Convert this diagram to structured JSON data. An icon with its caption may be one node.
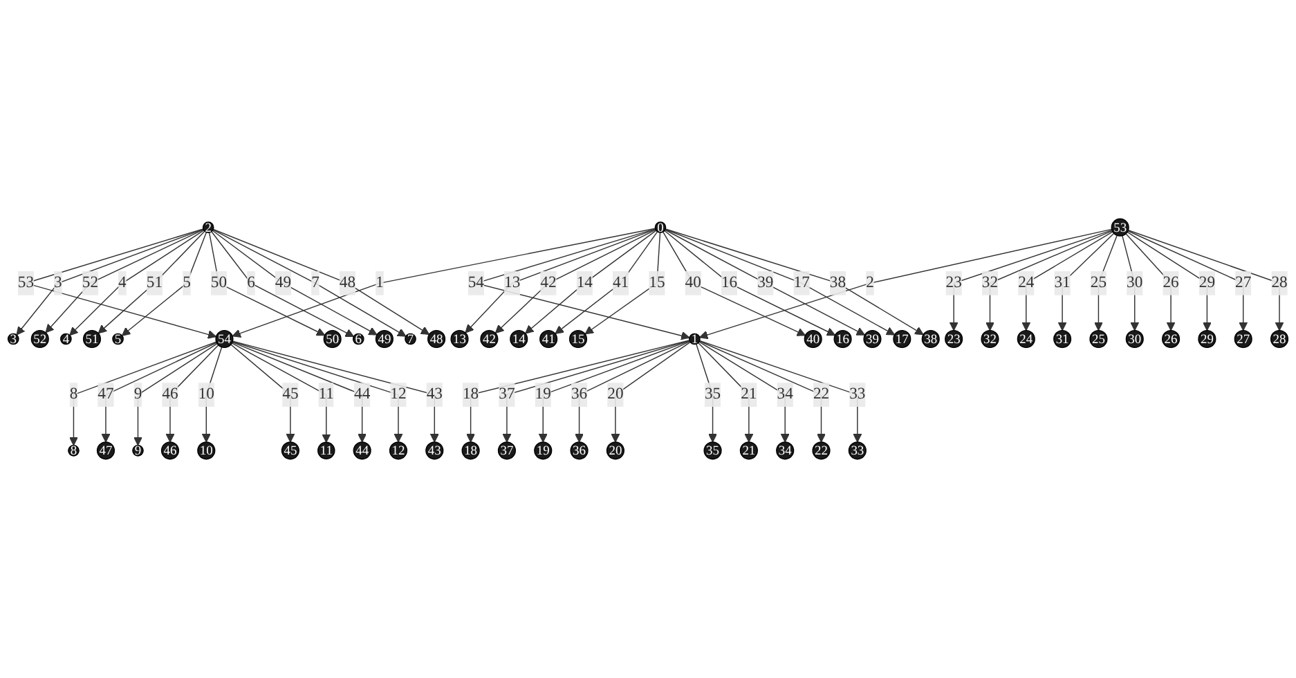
{
  "diagram": {
    "nodes": [
      {
        "text": [
          "2"
        ]
      },
      {
        "text": [
          "54"
        ]
      },
      {
        "text": [
          "0"
        ]
      },
      {
        "text": [
          "1"
        ]
      },
      {
        "text": [
          "53"
        ]
      },
      {
        "text": [
          "8"
        ]
      },
      {
        "text": [
          "47"
        ]
      },
      {
        "text": [
          "9"
        ]
      },
      {
        "text": [
          "46"
        ]
      },
      {
        "text": [
          "10"
        ]
      },
      {
        "text": [
          "45"
        ]
      },
      {
        "text": [
          "11"
        ]
      },
      {
        "text": [
          "44"
        ]
      },
      {
        "text": [
          "12"
        ]
      },
      {
        "text": [
          "43"
        ]
      },
      {
        "text": [
          "18"
        ]
      },
      {
        "text": [
          "37"
        ]
      },
      {
        "text": [
          "19"
        ]
      },
      {
        "text": [
          "36"
        ]
      },
      {
        "text": [
          "20"
        ]
      },
      {
        "text": [
          "35"
        ]
      },
      {
        "text": [
          "21"
        ]
      },
      {
        "text": [
          "34"
        ]
      },
      {
        "text": [
          "22"
        ]
      },
      {
        "text": [
          "33"
        ]
      },
      {
        "text": [
          "3"
        ]
      },
      {
        "text": [
          "52"
        ]
      },
      {
        "text": [
          "4"
        ]
      },
      {
        "text": [
          "51"
        ]
      },
      {
        "text": [
          "5"
        ]
      },
      {
        "text": [
          "50"
        ]
      },
      {
        "text": [
          "6"
        ]
      },
      {
        "text": [
          "49"
        ]
      },
      {
        "text": [
          "7"
        ]
      },
      {
        "text": [
          "48"
        ]
      },
      {
        "text": [
          "13"
        ]
      },
      {
        "text": [
          "42"
        ]
      },
      {
        "text": [
          "14"
        ]
      },
      {
        "text": [
          "41"
        ]
      },
      {
        "text": [
          "15"
        ]
      },
      {
        "text": [
          "40"
        ]
      },
      {
        "text": [
          "16"
        ]
      },
      {
        "text": [
          "39"
        ]
      },
      {
        "text": [
          "17"
        ]
      },
      {
        "text": [
          "38"
        ]
      },
      {
        "text": [
          "23"
        ]
      },
      {
        "text": [
          "32"
        ]
      },
      {
        "text": [
          "24"
        ]
      },
      {
        "text": [
          "31"
        ]
      },
      {
        "text": [
          "25"
        ]
      },
      {
        "text": [
          "30"
        ]
      },
      {
        "text": [
          "26"
        ]
      },
      {
        "text": [
          "29"
        ]
      },
      {
        "text": [
          "27"
        ]
      },
      {
        "text": [
          "28"
        ]
      }
    ],
    "edges": [
      {
        "from": 0,
        "to": 1,
        "arrow": "to",
        "label": "53"
      },
      {
        "from": 2,
        "to": 1,
        "arrow": "to",
        "label": "1"
      },
      {
        "from": 2,
        "to": 3,
        "arrow": "to",
        "label": "54"
      },
      {
        "from": 4,
        "to": 3,
        "arrow": "to",
        "label": "2"
      },
      {
        "from": 1,
        "to": 5,
        "arrow": "to",
        "label": "8"
      },
      {
        "from": 1,
        "to": 6,
        "arrow": "to",
        "label": "47"
      },
      {
        "from": 1,
        "to": 7,
        "arrow": "to",
        "label": "9"
      },
      {
        "from": 1,
        "to": 8,
        "arrow": "to",
        "label": "46"
      },
      {
        "from": 1,
        "to": 9,
        "arrow": "to",
        "label": "10"
      },
      {
        "from": 1,
        "to": 10,
        "arrow": "to",
        "label": "45"
      },
      {
        "from": 1,
        "to": 11,
        "arrow": "to",
        "label": "11"
      },
      {
        "from": 1,
        "to": 12,
        "arrow": "to",
        "label": "44"
      },
      {
        "from": 1,
        "to": 13,
        "arrow": "to",
        "label": "12"
      },
      {
        "from": 1,
        "to": 14,
        "arrow": "to",
        "label": "43"
      },
      {
        "from": 3,
        "to": 15,
        "arrow": "to",
        "label": "18"
      },
      {
        "from": 3,
        "to": 16,
        "arrow": "to",
        "label": "37"
      },
      {
        "from": 3,
        "to": 17,
        "arrow": "to",
        "label": "19"
      },
      {
        "from": 3,
        "to": 18,
        "arrow": "to",
        "label": "36"
      },
      {
        "from": 3,
        "to": 19,
        "arrow": "to",
        "label": "20"
      },
      {
        "from": 3,
        "to": 20,
        "arrow": "to",
        "label": "35"
      },
      {
        "from": 3,
        "to": 21,
        "arrow": "to",
        "label": "21"
      },
      {
        "from": 3,
        "to": 22,
        "arrow": "to",
        "label": "34"
      },
      {
        "from": 3,
        "to": 23,
        "arrow": "to",
        "label": "22"
      },
      {
        "from": 3,
        "to": 24,
        "arrow": "to",
        "label": "33"
      },
      {
        "from": 0,
        "to": 25,
        "arrow": "to",
        "label": "3"
      },
      {
        "from": 0,
        "to": 26,
        "arrow": "to",
        "label": "52"
      },
      {
        "from": 0,
        "to": 27,
        "arrow": "to",
        "label": "4"
      },
      {
        "from": 0,
        "to": 28,
        "arrow": "to",
        "label": "51"
      },
      {
        "from": 0,
        "to": 29,
        "arrow": "to",
        "label": "5"
      },
      {
        "from": 0,
        "to": 30,
        "arrow": "to",
        "label": "50"
      },
      {
        "from": 0,
        "to": 31,
        "arrow": "to",
        "label": "6"
      },
      {
        "from": 0,
        "to": 32,
        "arrow": "to",
        "label": "49"
      },
      {
        "from": 0,
        "to": 33,
        "arrow": "to",
        "label": "7"
      },
      {
        "from": 0,
        "to": 34,
        "arrow": "to",
        "label": "48"
      },
      {
        "from": 2,
        "to": 35,
        "arrow": "to",
        "label": "13"
      },
      {
        "from": 2,
        "to": 36,
        "arrow": "to",
        "label": "42"
      },
      {
        "from": 2,
        "to": 37,
        "arrow": "to",
        "label": "14"
      },
      {
        "from": 2,
        "to": 38,
        "arrow": "to",
        "label": "41"
      },
      {
        "from": 2,
        "to": 39,
        "arrow": "to",
        "label": "15"
      },
      {
        "from": 2,
        "to": 40,
        "arrow": "to",
        "label": "40"
      },
      {
        "from": 2,
        "to": 41,
        "arrow": "to",
        "label": "16"
      },
      {
        "from": 2,
        "to": 42,
        "arrow": "to",
        "label": "39"
      },
      {
        "from": 2,
        "to": 43,
        "arrow": "to",
        "label": "17"
      },
      {
        "from": 2,
        "to": 44,
        "arrow": "to",
        "label": "38"
      },
      {
        "from": 4,
        "to": 45,
        "arrow": "to",
        "label": "23"
      },
      {
        "from": 4,
        "to": 46,
        "arrow": "to",
        "label": "32"
      },
      {
        "from": 4,
        "to": 47,
        "arrow": "to",
        "label": "24"
      },
      {
        "from": 4,
        "to": 48,
        "arrow": "to",
        "label": "31"
      },
      {
        "from": 4,
        "to": 49,
        "arrow": "to",
        "label": "25"
      },
      {
        "from": 4,
        "to": 50,
        "arrow": "to",
        "label": "30"
      },
      {
        "from": 4,
        "to": 51,
        "arrow": "to",
        "label": "26"
      },
      {
        "from": 4,
        "to": 52,
        "arrow": "to",
        "label": "29"
      },
      {
        "from": 4,
        "to": 53,
        "arrow": "to",
        "label": "27"
      },
      {
        "from": 4,
        "to": 54,
        "arrow": "to",
        "label": "28"
      }
    ]
  }
}
